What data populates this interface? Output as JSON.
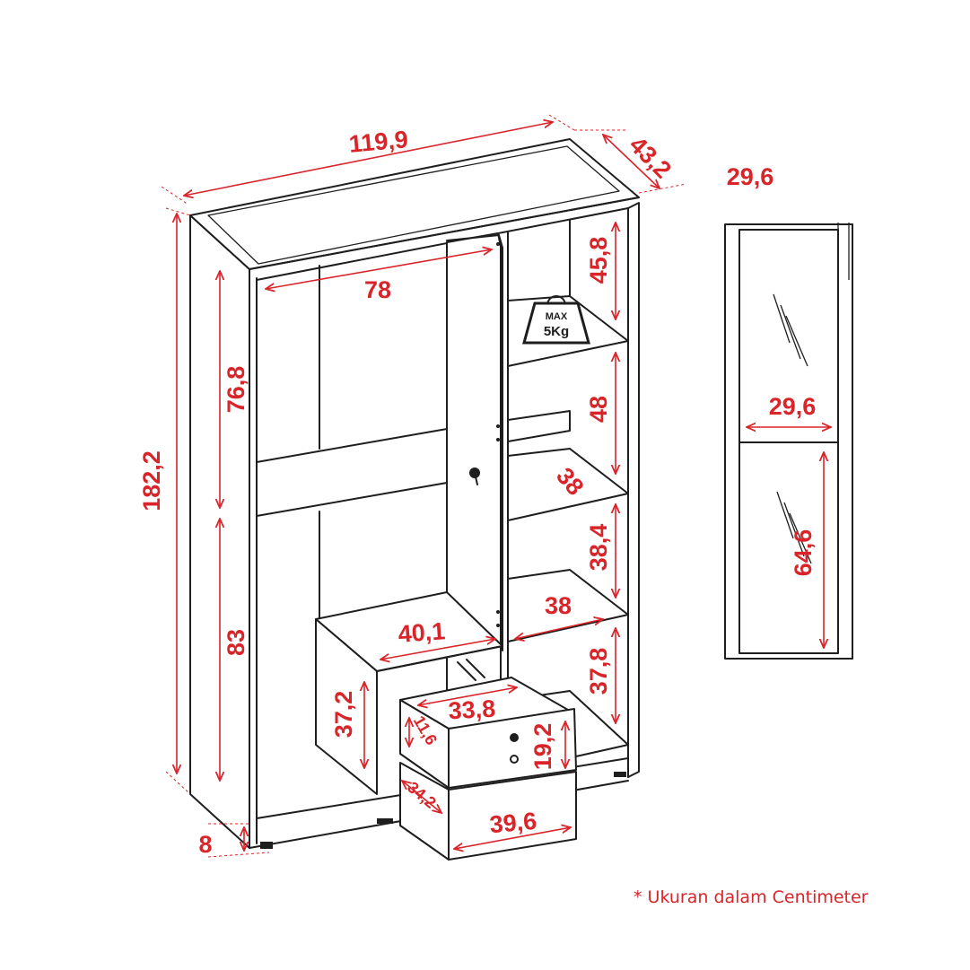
{
  "colors": {
    "dimension": "#d9252a",
    "line": "#1e1e1e",
    "background": "#ffffff"
  },
  "dimensions": {
    "overall_width": "119,9",
    "overall_depth": "43,2",
    "overall_height": "182,2",
    "wardrobe_width": "78",
    "upper_hanging_height": "76,8",
    "lower_hanging_height": "83",
    "base_height": "8",
    "shelf_top_height": "45,8",
    "shelf_2_height": "48",
    "shelf_depth": "38",
    "shelf_3_height": "38,4",
    "shelf_width": "38",
    "shelf_bottom_height": "37,8",
    "inner_shelf_width": "40,1",
    "inner_compartment_height": "37,2",
    "drawer_inner_width": "33,8",
    "drawer_inner_height": "11,6",
    "drawer_inner_depth": "34,2",
    "drawer_front_height": "19,2",
    "drawer_front_width": "39,6"
  },
  "mirror": {
    "top_label": "29,6",
    "width": "29,6",
    "height": "64,6"
  },
  "weight_badge": {
    "line1": "MAX",
    "line2": "5Kg",
    "icon": "weight-icon"
  },
  "footnote": "* Ukuran dalam Centimeter"
}
